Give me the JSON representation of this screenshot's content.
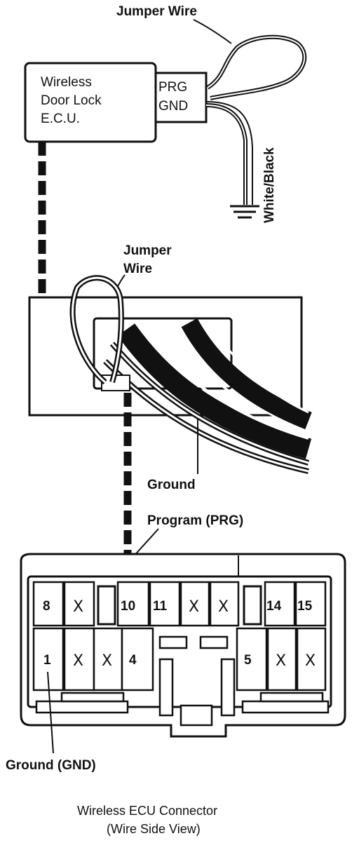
{
  "labels": {
    "jumper_wire_top": "Jumper Wire",
    "ecu_line1": "Wireless",
    "ecu_line2": "Door Lock",
    "ecu_line3": "E.C.U.",
    "prg": "PRG",
    "gnd": "GND",
    "wire_color": "White/Black",
    "jumper_mid_1": "Jumper",
    "jumper_mid_2": "Wire",
    "ground_mid": "Ground",
    "program_prg": "Program (PRG)",
    "ground_gnd": "Ground (GND)"
  },
  "connector": {
    "top_row": [
      "8",
      "X",
      "",
      "10",
      "11",
      "X",
      "X",
      "",
      "14",
      "15"
    ],
    "bottom_row": [
      "1",
      "X",
      "X",
      "4",
      "5",
      "X",
      "X"
    ]
  },
  "caption": {
    "line1": "Wireless ECU Connector",
    "line2": "(Wire Side View)"
  },
  "colors": {
    "ink": "#111111",
    "background": "#ffffff"
  }
}
